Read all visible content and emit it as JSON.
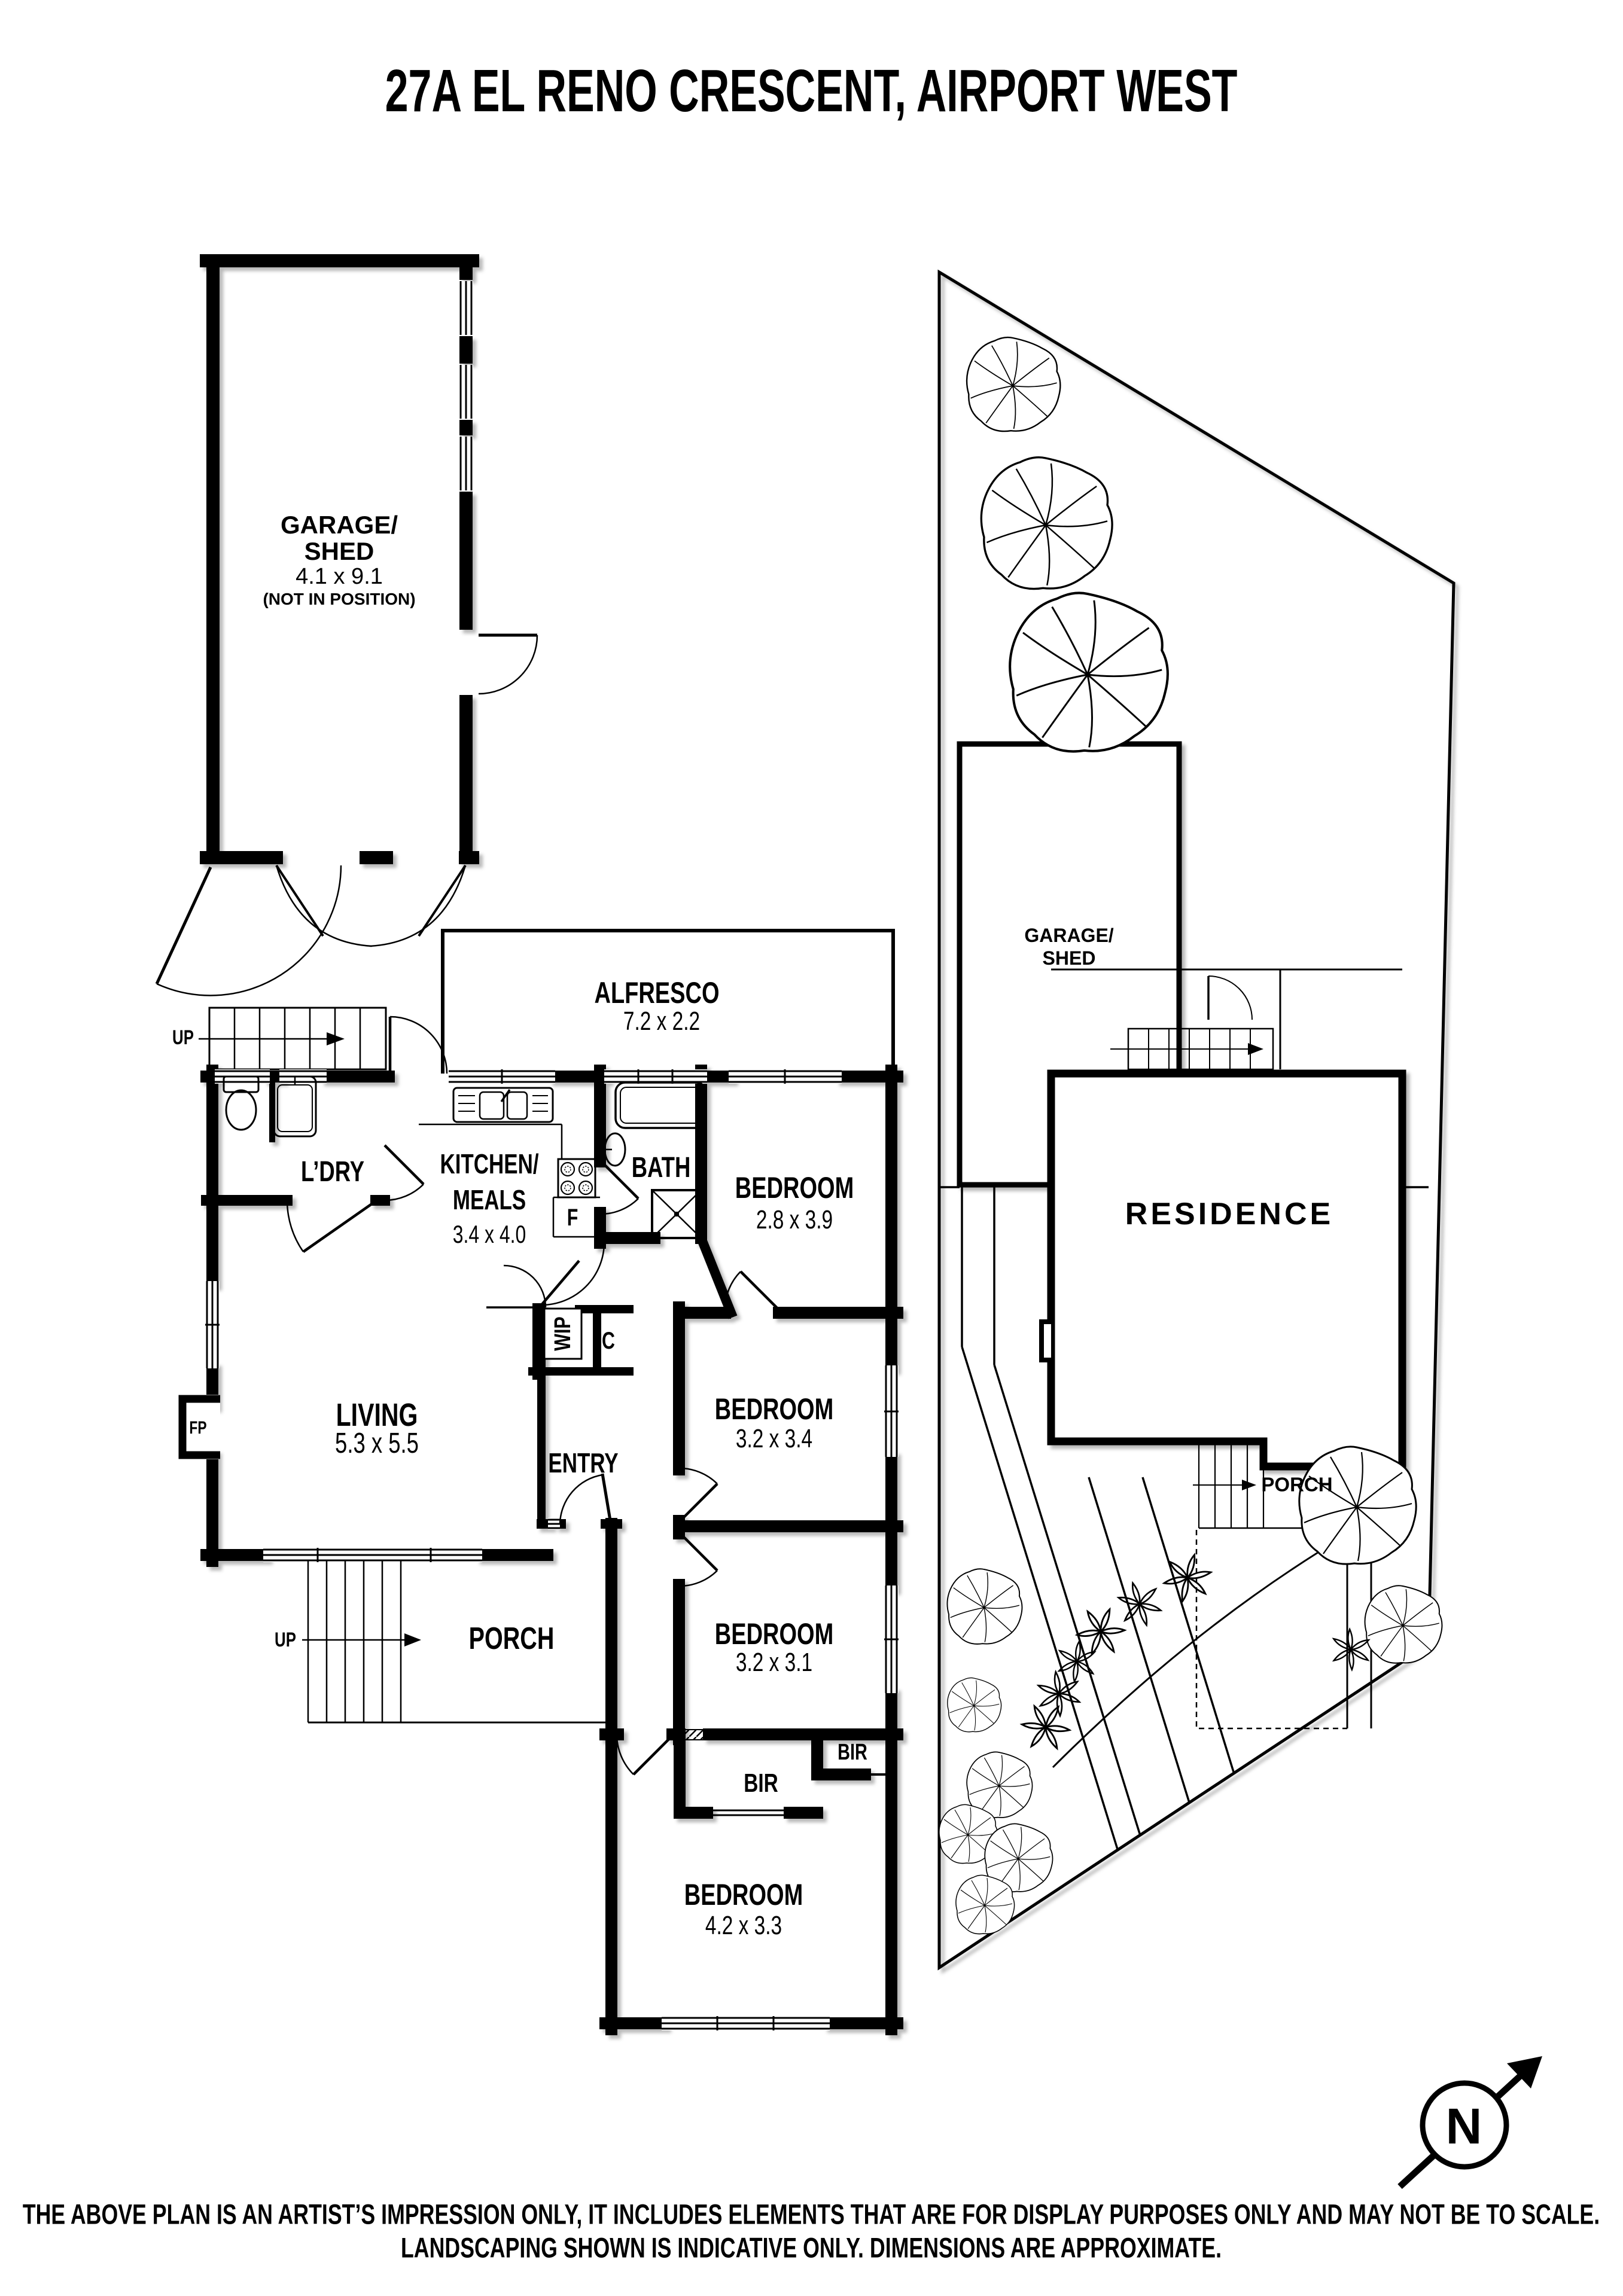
{
  "title": "27A EL RENO CRESCENT, AIRPORT WEST",
  "floor_plan": {
    "garage": {
      "name1": "GARAGE/",
      "name2": "SHED",
      "dims": "4.1 x 9.1",
      "note": "(NOT IN POSITION)"
    },
    "alfresco": {
      "name": "ALFRESCO",
      "dims": "7.2 x 2.2"
    },
    "laundry": {
      "name": "L’DRY"
    },
    "kitchen": {
      "name1": "KITCHEN/",
      "name2": "MEALS",
      "dims": "3.4 x 4.0"
    },
    "bath": {
      "name": "BATH"
    },
    "fridge": {
      "name": "F"
    },
    "bedroom1": {
      "name": "BEDROOM",
      "dims": "2.8 x 3.9"
    },
    "pantry": {
      "name": "WIP"
    },
    "closet": {
      "name": "C"
    },
    "living": {
      "name": "LIVING",
      "dims": "5.3 x 5.5"
    },
    "fireplace": {
      "name": "FP"
    },
    "entry": {
      "name": "ENTRY"
    },
    "bedroom2": {
      "name": "BEDROOM",
      "dims": "3.2 x 3.4"
    },
    "porch": {
      "name": "PORCH"
    },
    "bedroom3": {
      "name": "BEDROOM",
      "dims": "3.2 x 3.1"
    },
    "bir_large": {
      "name": "BIR"
    },
    "bir_small": {
      "name": "BIR"
    },
    "bedroom4": {
      "name": "BEDROOM",
      "dims": "4.2 x 3.3"
    },
    "stairs_back": {
      "label": "UP"
    },
    "stairs_front": {
      "label": "UP"
    }
  },
  "site_plan": {
    "garage": {
      "name1": "GARAGE/",
      "name2": "SHED"
    },
    "residence": {
      "name": "RESIDENCE"
    },
    "porch": {
      "name": "PORCH"
    },
    "north": {
      "letter": "N"
    }
  },
  "disclaimer": {
    "line1": "THE ABOVE PLAN IS AN ARTIST’S IMPRESSION ONLY, IT INCLUDES ELEMENTS THAT ARE FOR DISPLAY PURPOSES ONLY AND MAY NOT BE TO SCALE.",
    "line2": "LANDSCAPING SHOWN IS INDICATIVE ONLY. DIMENSIONS ARE APPROXIMATE."
  }
}
